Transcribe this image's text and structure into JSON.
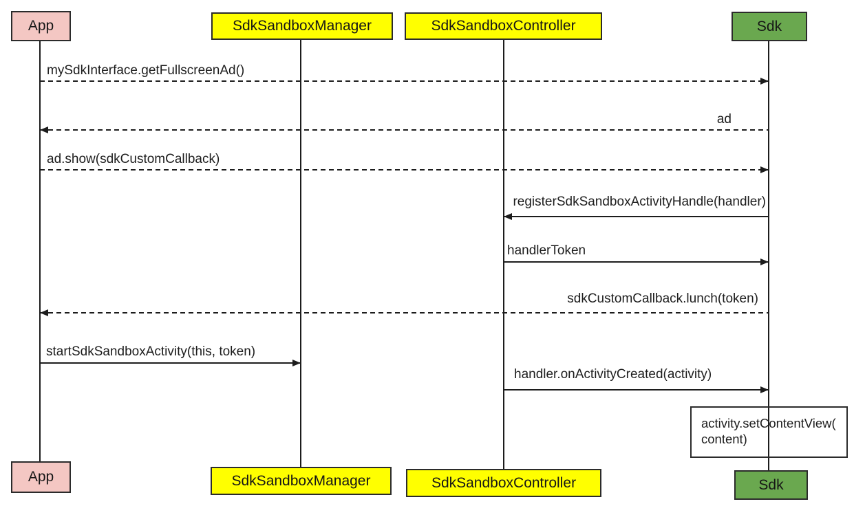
{
  "diagram_type": "uml-sequence",
  "colors": {
    "app_fill": "#f4c7c3",
    "manager_fill": "#ffff00",
    "controller_fill": "#ffff00",
    "sdk_fill": "#6aa84f",
    "line": "#1c1c1c",
    "border": "#2b2b2b",
    "background": "#ffffff"
  },
  "participants": [
    {
      "label": "App",
      "fill": "#f4c7c3"
    },
    {
      "label": "SdkSandboxManager",
      "fill": "#ffff00"
    },
    {
      "label": "SdkSandboxController",
      "fill": "#ffff00"
    },
    {
      "label": "Sdk",
      "fill": "#6aa84f"
    }
  ],
  "messages": [
    {
      "text": "mySdkInterface.getFullscreenAd()",
      "from": "App",
      "to": "Sdk",
      "line": "dashed",
      "arrow": "right"
    },
    {
      "text": "ad",
      "from": "Sdk",
      "to": "App",
      "line": "dashed",
      "arrow": "left"
    },
    {
      "text": "ad.show(sdkCustomCallback)",
      "from": "App",
      "to": "Sdk",
      "line": "dashed",
      "arrow": "right"
    },
    {
      "text": "registerSdkSandboxActivityHandle(handler)",
      "from": "Sdk",
      "to": "SdkSandboxController",
      "line": "solid",
      "arrow": "left"
    },
    {
      "text": "handlerToken",
      "from": "SdkSandboxController",
      "to": "Sdk",
      "line": "solid",
      "arrow": "right"
    },
    {
      "text": "sdkCustomCallback.lunch(token)",
      "from": "Sdk",
      "to": "App",
      "line": "dashed",
      "arrow": "left"
    },
    {
      "text": "startSdkSandboxActivity(this, token)",
      "from": "App",
      "to": "SdkSandboxManager",
      "line": "solid",
      "arrow": "right"
    },
    {
      "text": "handler.onActivityCreated(activity)",
      "from": "SdkSandboxController",
      "to": "Sdk",
      "line": "solid",
      "arrow": "right"
    }
  ],
  "note": {
    "line1": "activity.setContentView(",
    "line2": "content)"
  }
}
